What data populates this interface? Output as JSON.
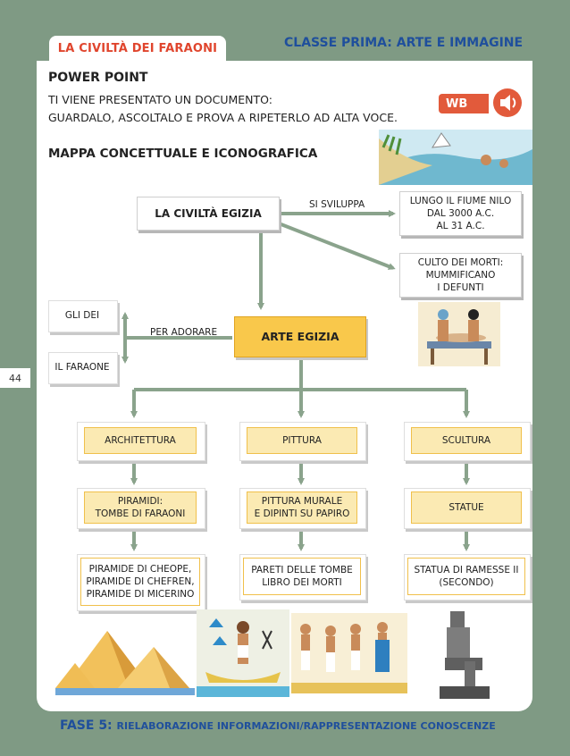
{
  "header": {
    "tab_title": "LA CIVILTÀ DEI FARAONI",
    "class_label": "CLASSE PRIMA: ARTE E IMMAGINE"
  },
  "page_number": "44",
  "intro": {
    "title": "POWER POINT",
    "line1": "TI VIENE PRESENTATO UN DOCUMENTO:",
    "line2": "GUARDALO, ASCOLTALO E PROVA A RIPETERLO AD ALTA VOCE.",
    "badge": "WB"
  },
  "map_title": "MAPPA CONCETTUALE E ICONOGRAFICA",
  "map": {
    "root": "LA CIVILTÀ EGIZIA",
    "link_develops": "SI SVILUPPA",
    "nile": [
      "LUNGO IL FIUME NILO",
      "DAL 3000 A.C.",
      "AL 31 A.C."
    ],
    "cult": [
      "CULTO DEI MORTI:",
      "MUMMIFICANO",
      "I DEFUNTI"
    ],
    "art": "ARTE EGIZIA",
    "link_worship": "PER ADORARE",
    "gods": "GLI DEI",
    "pharaoh": "IL FARAONE",
    "branches": [
      {
        "name": "ARCHITETTURA",
        "item": [
          "PIRAMIDI:",
          "TOMBE DI FARAONI"
        ],
        "example": [
          "PIRAMIDE DI CHEOPE,",
          "PIRAMIDE DI CHEFREN,",
          "PIRAMIDE DI MICERINO"
        ]
      },
      {
        "name": "PITTURA",
        "item": [
          "PITTURA MURALE",
          "E DIPINTI SU PAPIRO"
        ],
        "example": [
          "PARETI DELLE TOMBE",
          "LIBRO DEI MORTI"
        ]
      },
      {
        "name": "SCULTURA",
        "item": [
          "STATUE"
        ],
        "example": [
          "STATUA DI RAMESSE II",
          "(SECONDO)"
        ]
      }
    ]
  },
  "footer": {
    "phase": "FASE 5:",
    "text": "RIELABORAZIONE INFORMAZIONI/RAPPRESENTAZIONE CONOSCENZE"
  },
  "colors": {
    "arrow": "#8aa38c",
    "accent_red": "#e0452d",
    "accent_blue": "#1f4f9c",
    "orange": "#f9c84b",
    "yellow": "#fbeab3"
  },
  "icons": [
    "speaker-icon"
  ]
}
